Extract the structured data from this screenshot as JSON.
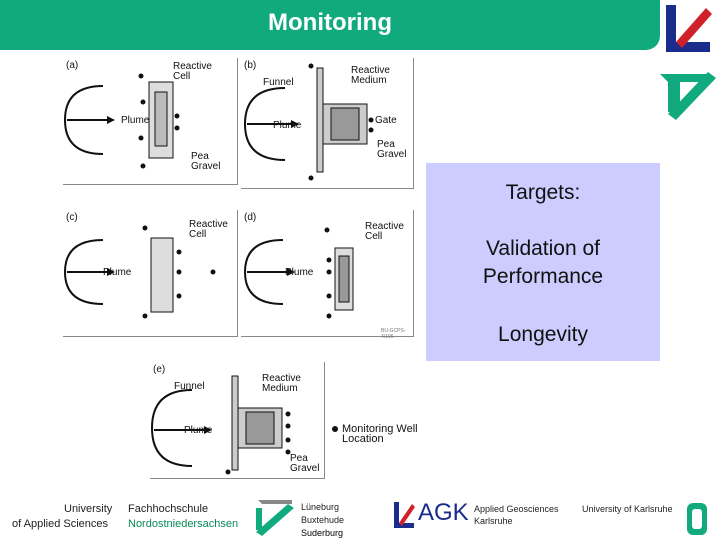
{
  "header": {
    "title": "Monitoring"
  },
  "figures": {
    "a": {
      "tag": "(a)",
      "plume": "Plume",
      "cell": "Reactive\nCell",
      "gravel": "Pea\nGravel"
    },
    "b": {
      "tag": "(b)",
      "plume": "Plume",
      "funnel": "Funnel",
      "medium": "Reactive\nMedium",
      "gate": "Gate",
      "gravel": "Pea\nGravel"
    },
    "c": {
      "tag": "(c)",
      "plume": "Plume",
      "cell": "Reactive\nCell"
    },
    "d": {
      "tag": "(d)",
      "plume": "Plume",
      "cell": "Reactive\nCell",
      "code": "BU-GCPS-4/196"
    },
    "e": {
      "tag": "(e)",
      "plume": "Plume",
      "funnel": "Funnel",
      "medium": "Reactive\nMedium",
      "gravel": "Pea\nGravel",
      "legend": "Monitoring Well\nLocation"
    }
  },
  "targets": {
    "heading": "Targets:",
    "item1": "Validation of\nPerformance",
    "item2": "Longevity"
  },
  "footer": {
    "univ_line1": "University",
    "univ_line2": "of Applied Sciences",
    "fh_line1": "Fachhochschule",
    "fh_line2": "Nordostniedersachsen",
    "city1": "Lüneburg",
    "city2": "Buxtehude",
    "city3": "Suderburg",
    "agk": "AGK",
    "agk_line1": "Applied Geosciences",
    "agk_line2": "Karlsruhe",
    "ka": "University of Karlsruhe"
  },
  "colors": {
    "header": "#10aa7e",
    "targets_bg": "#ccccff",
    "logo_blue": "#1a2c8c",
    "logo_red": "#d0202a"
  }
}
